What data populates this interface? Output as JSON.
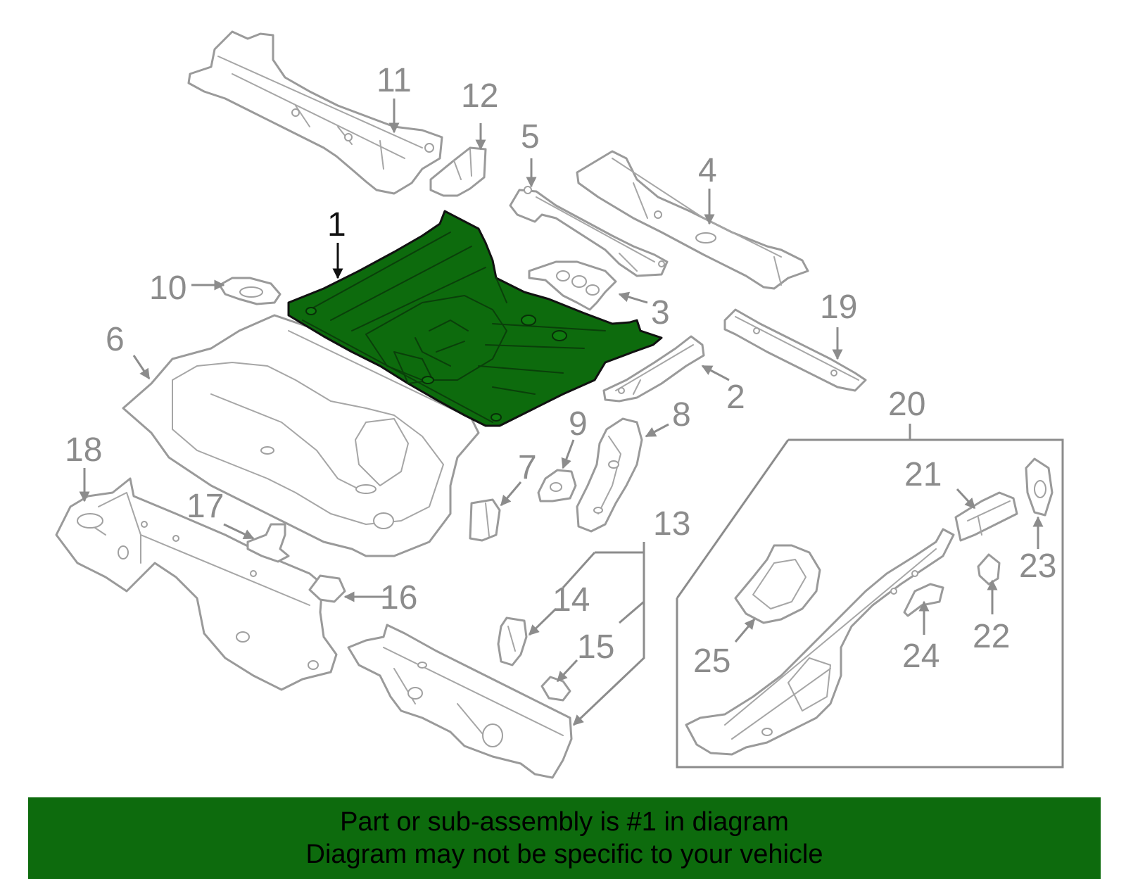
{
  "callouts": {
    "c1": "1",
    "c2": "2",
    "c3": "3",
    "c4": "4",
    "c5": "5",
    "c6": "6",
    "c7": "7",
    "c8": "8",
    "c9": "9",
    "c10": "10",
    "c11": "11",
    "c12": "12",
    "c13": "13",
    "c14": "14",
    "c15": "15",
    "c16": "16",
    "c17": "17",
    "c18": "18",
    "c19": "19",
    "c20": "20",
    "c21": "21",
    "c22": "22",
    "c23": "23",
    "c24": "24",
    "c25": "25"
  },
  "highlighted_part": "1",
  "banner": {
    "line1": "Part or sub-assembly is #1 in diagram",
    "line2": "Diagram may not be specific to your vehicle"
  },
  "colors": {
    "highlight": "#0d6b0d",
    "parts_outline": "#9a9a9a",
    "callout_text": "#8c8c8c",
    "active_text": "#111111",
    "banner_bg": "#0d6b0d"
  }
}
